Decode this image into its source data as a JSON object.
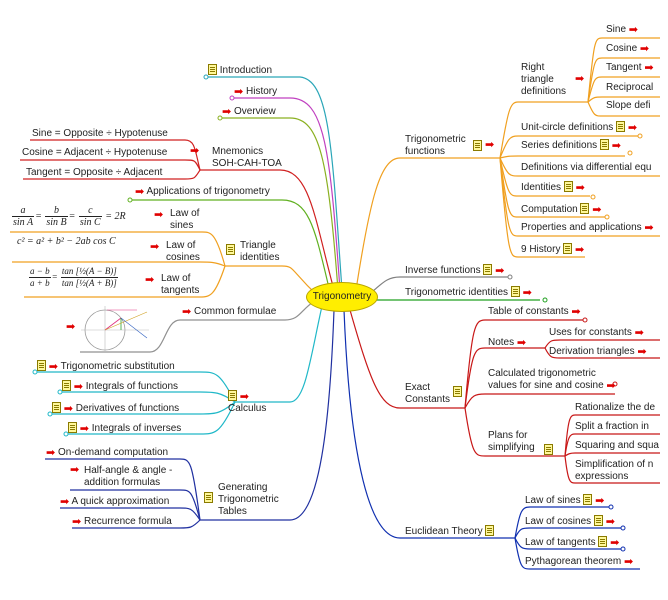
{
  "center": "Trigonometry",
  "left": {
    "introduction": "Introduction",
    "history": "History",
    "overview": "Overview",
    "mnemonics": {
      "label": "Mnemonics SOH-CAH-TOA",
      "items": [
        "Sine = Opposite ÷ Hypotenuse",
        "Cosine = Adjacent ÷ Hypotenuse",
        "Tangent = Opposite ÷ Adjacent"
      ]
    },
    "applications": "Applications of trigonometry",
    "triangle_identities": {
      "label": "Triangle identities",
      "sines": "Law of sines",
      "cosines": "Law of cosines",
      "tangents": "Law of tangents"
    },
    "formula_sines": {
      "a": "a",
      "sinA": "sin A",
      "b": "b",
      "sinB": "sin B",
      "c": "c",
      "sinC": "sin C",
      "rhs": "= 2R"
    },
    "formula_cosines": "c² = a² + b² − 2ab cos C",
    "formula_tangents": {
      "num1": "a − b",
      "den1": "a + b",
      "num2": "tan [½(A − B)]",
      "den2": "tan [½(A + B)]"
    },
    "common_formulae": "Common formulae",
    "calculus": {
      "label": "Calculus",
      "items": [
        "Trigonometric substitution",
        "Integrals of functions",
        "Derivatives of functions",
        "Integrals of inverses"
      ]
    },
    "generating": {
      "label": "Generating Trigonometric Tables",
      "items": [
        "On-demand computation",
        "Half-angle & angle - addition formulas",
        "A quick approximation",
        "Recurrence formula"
      ]
    }
  },
  "right": {
    "functions": {
      "label": "Trigonometric functions",
      "right_triangle": "Right triangle definitions",
      "rt_items": [
        "Sine",
        "Cosine",
        "Tangent",
        "Reciprocal",
        "Slope defi"
      ],
      "items": [
        "Unit-circle definitions",
        "Series definitions",
        "Definitions via differential equ",
        "Identities",
        "Computation",
        "Properties and applications",
        "9 History"
      ]
    },
    "inverse": "Inverse functions",
    "identities": "Trigonometric identities",
    "exact": {
      "label": "Exact Constants",
      "table": "Table of constants",
      "notes": "Notes",
      "notes_items": [
        "Uses for constants",
        "Derivation triangles"
      ],
      "calculated": "Calculated trigonometric values for sine and cosine",
      "plans": "Plans for simplifying",
      "plans_items": [
        "Rationalize the de",
        "Split a fraction in",
        "Squaring and squa",
        "Simplification of n expressions"
      ]
    },
    "euclidean": {
      "label": "Euclidean Theory",
      "items": [
        "Law of sines",
        "Law of cosines",
        "Law of tangents",
        "Pythagorean theorem"
      ]
    }
  },
  "colors": {
    "center_fill": "#ffee00",
    "intro": "#2aa6b8",
    "history": "#c040c0",
    "overview": "#8ab020",
    "mnemonics": "#d02020",
    "applications": "#60b020",
    "triangle": "#f0a020",
    "common": "#909090",
    "calculus": "#20b8c8",
    "generating": "#2030a0",
    "functions": "#f0a020",
    "inverse": "#808080",
    "identities": "#20a020",
    "exact": "#c81818",
    "euclidean": "#1030b0"
  }
}
